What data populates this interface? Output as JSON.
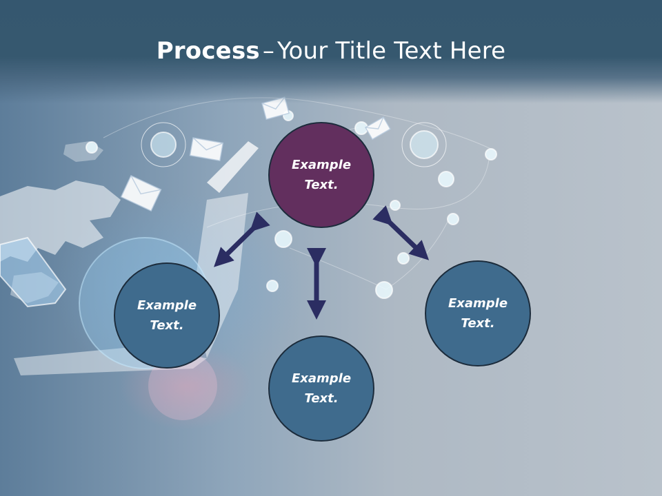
{
  "slide": {
    "title_bold": "Process",
    "title_dash": "–",
    "title_rest": "Your Title Text Here"
  },
  "nodes": {
    "center": "Example Text.",
    "left": "Example Text.",
    "right": "Example Text.",
    "bottom": "Example Text."
  },
  "colors": {
    "header": "#36586f",
    "center_node": "#622f5e",
    "outer_nodes": "#3f6b8d",
    "arrows": "#2b2d62"
  },
  "icons": [
    "envelope-icon",
    "world-map-graphic",
    "network-node-icon",
    "tablet-device-graphic"
  ]
}
